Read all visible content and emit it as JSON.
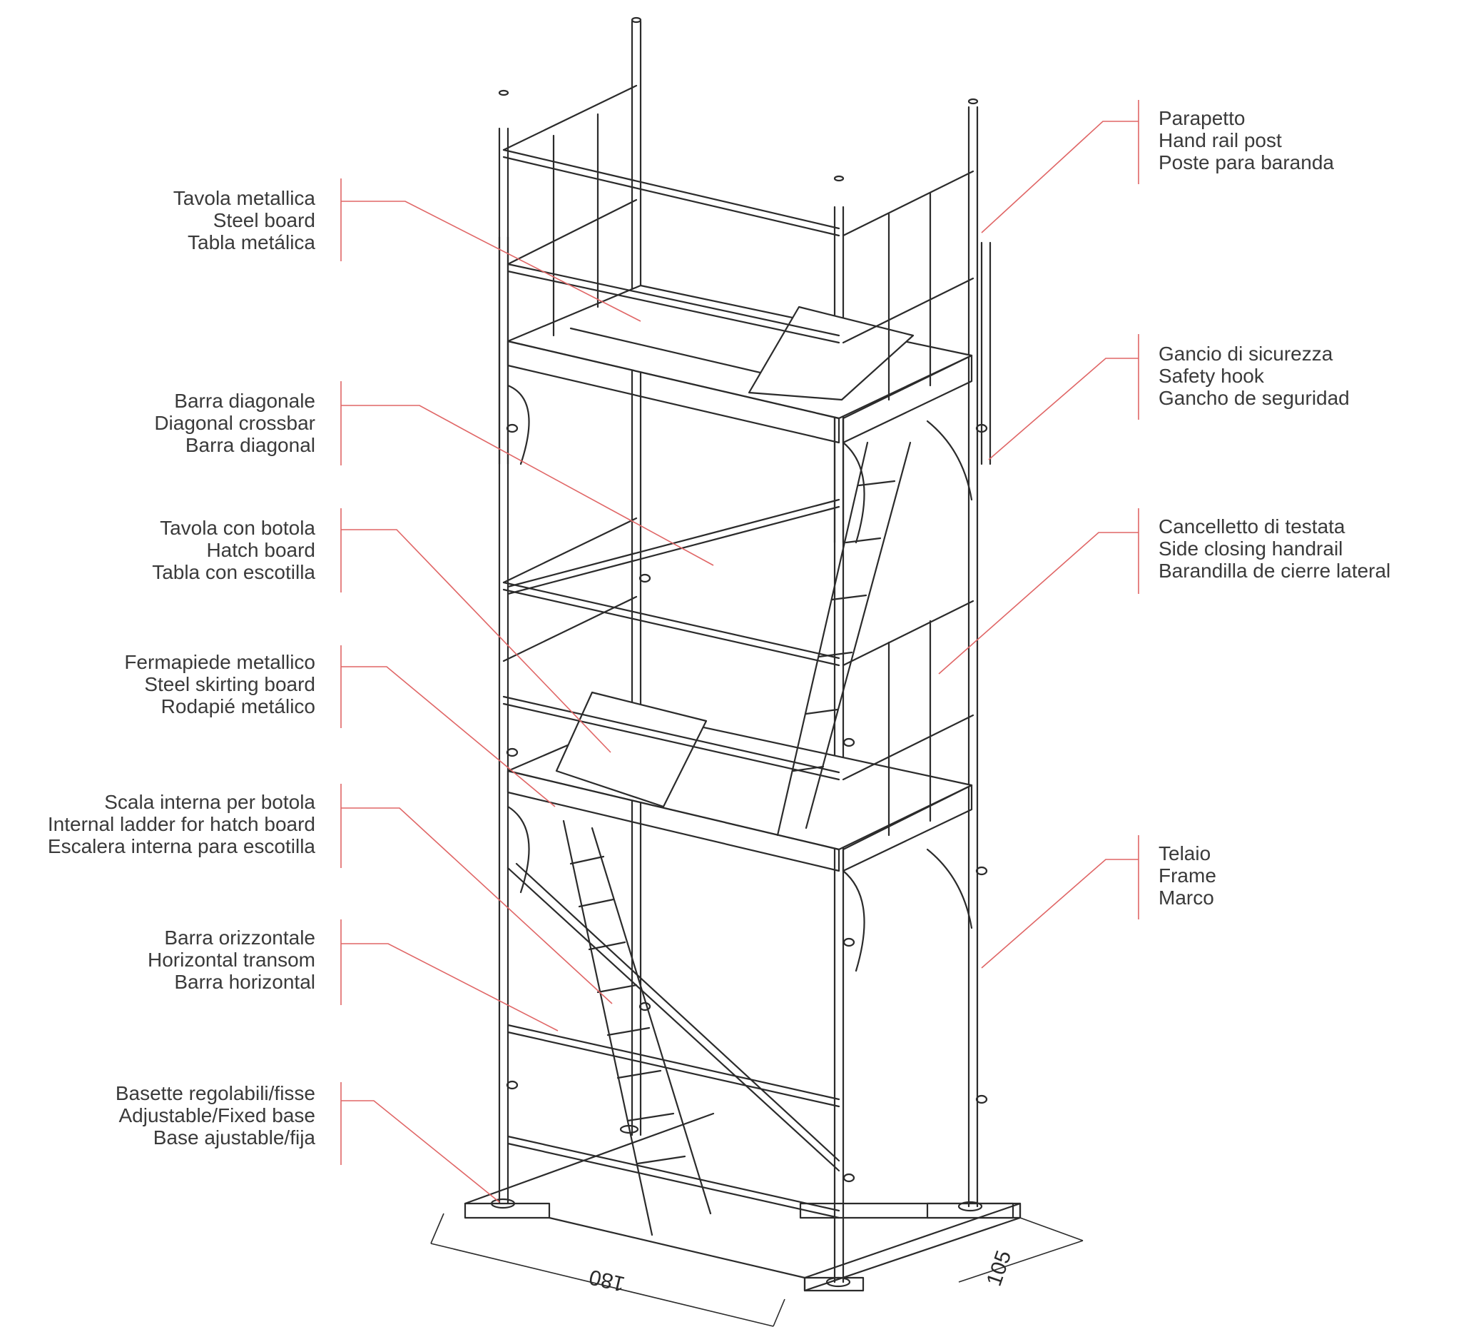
{
  "labels": {
    "steel_board": [
      "Tavola metallica",
      "Steel board",
      "Tabla metálica"
    ],
    "diagonal_crossbar": [
      "Barra diagonale",
      "Diagonal crossbar",
      "Barra diagonal"
    ],
    "hatch_board": [
      "Tavola con botola",
      "Hatch board",
      "Tabla con escotilla"
    ],
    "skirting_board": [
      "Fermapiede metallico",
      "Steel skirting board",
      "Rodapié metálico"
    ],
    "internal_ladder": [
      "Scala interna per botola",
      "Internal ladder for hatch board",
      "Escalera interna para escotilla"
    ],
    "horizontal_transom": [
      "Barra orizzontale",
      "Horizontal transom",
      "Barra horizontal"
    ],
    "base": [
      "Basette regolabili/fisse",
      "Adjustable/Fixed base",
      "Base ajustable/fija"
    ],
    "hand_rail_post": [
      "Parapetto",
      "Hand rail post",
      "Poste para baranda"
    ],
    "safety_hook": [
      "Gancio di sicurezza",
      "Safety hook",
      "Gancho de seguridad"
    ],
    "side_closing_handrail": [
      "Cancelletto di testata",
      "Side closing handrail",
      "Barandilla de cierre lateral"
    ],
    "frame": [
      "Telaio",
      "Frame",
      "Marco"
    ]
  },
  "dimensions": {
    "length": "180",
    "width": "105"
  },
  "colors": {
    "leader": "#e06666",
    "drawing": "#2b2b2b",
    "text": "#3a3a3a"
  }
}
